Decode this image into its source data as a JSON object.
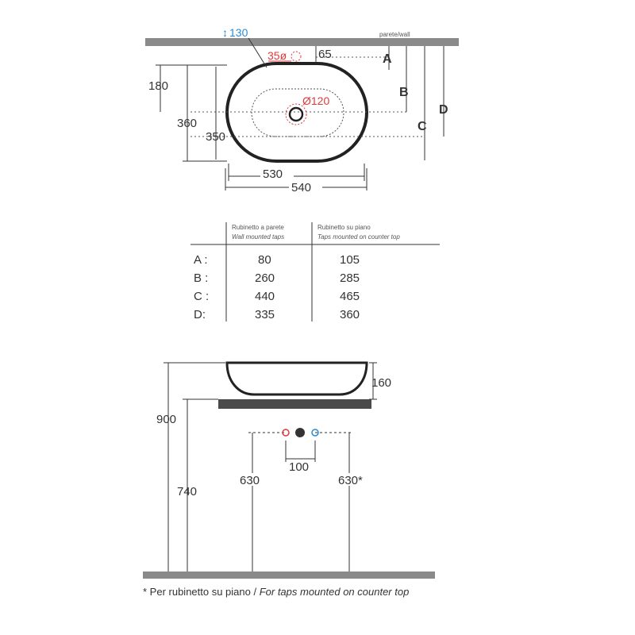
{
  "top_view": {
    "wall_label": "parete/wall",
    "dims": {
      "tap_height": "130",
      "hole": "35ø",
      "offset": "65",
      "width_half": "180",
      "width": "360",
      "inner_width": "350",
      "drain": "Ø120",
      "inner_length": "530",
      "length": "540",
      "A": "A",
      "B": "B",
      "C": "C",
      "D": "D"
    },
    "arrow_glyph": "↕"
  },
  "table": {
    "col1_header_it": "Rubinetto a parete",
    "col1_header_en": "Wall mounted taps",
    "col2_header_it": "Rubinetto su piano",
    "col2_header_en": "Taps mounted on counter top",
    "rows": [
      {
        "label": "A :",
        "wall": "80",
        "counter": "105"
      },
      {
        "label": "B :",
        "wall": "260",
        "counter": "285"
      },
      {
        "label": "C :",
        "wall": "440",
        "counter": "465"
      },
      {
        "label": "D:",
        "wall": "335",
        "counter": "360"
      }
    ]
  },
  "side_view": {
    "dims": {
      "height_bowl": "160",
      "total": "900",
      "counter": "740",
      "supply_left": "630",
      "supply_right": "630*",
      "spacing": "100"
    }
  },
  "footnote": {
    "it": "* Per rubinetto su piano / ",
    "en": "For taps mounted on counter top"
  },
  "colors": {
    "line": "#333333",
    "wall": "#8a8a8a",
    "hot": "#e03a3a",
    "cold": "#2a8bd0"
  }
}
